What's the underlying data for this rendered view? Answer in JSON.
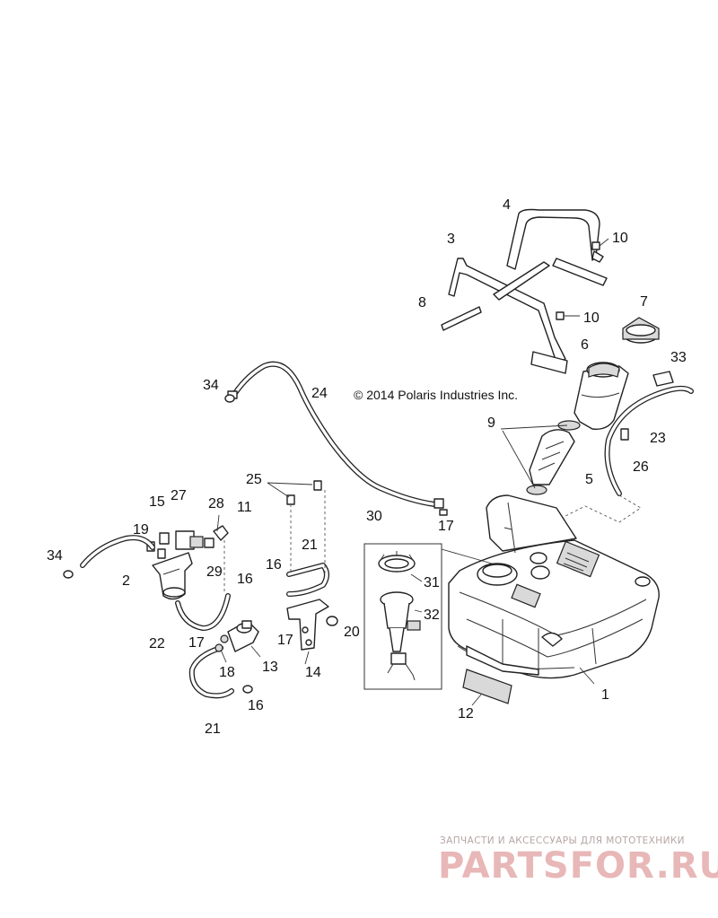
{
  "copyright": "© 2014 Polaris Industries Inc.",
  "watermark": {
    "tagline": "ЗАПЧАСТИ И АКСЕССУАРЫ ДЛЯ МОТОТЕХНИКИ",
    "brand": "PARTSFOR.RU"
  },
  "callouts": {
    "c1": "1",
    "c2": "2",
    "c3": "3",
    "c4": "4",
    "c5": "5",
    "c6": "6",
    "c7": "7",
    "c8": "8",
    "c9": "9",
    "c10a": "10",
    "c10b": "10",
    "c11": "11",
    "c12": "12",
    "c13": "13",
    "c14": "14",
    "c15": "15",
    "c16a": "16",
    "c16b": "16",
    "c16c": "16",
    "c17a": "17",
    "c17b": "17",
    "c17c": "17",
    "c18": "18",
    "c19": "19",
    "c20": "20",
    "c21a": "21",
    "c21b": "21",
    "c22": "22",
    "c23": "23",
    "c24": "24",
    "c25": "25",
    "c26": "26",
    "c27": "27",
    "c28": "28",
    "c29": "29",
    "c30": "30",
    "c31": "31",
    "c32": "32",
    "c33": "33",
    "c34a": "34",
    "c34b": "34"
  }
}
